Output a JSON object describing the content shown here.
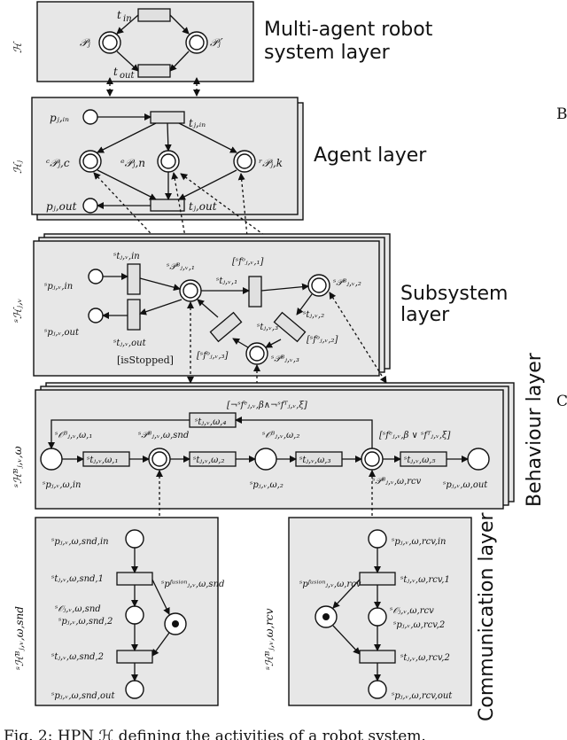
{
  "diagram": {
    "layers": {
      "mars": "Multi-agent robot",
      "mars2": "system layer",
      "agent": "Agent layer",
      "subsystem": "Subsystem",
      "subsystem2": "layer",
      "behaviour": "Behaviour layer",
      "communication": "Communication layer"
    },
    "side_labels": {
      "h": "ℋ",
      "hj": "ℋⱼ",
      "shjv": "ˢℋⱼ,ᵥ",
      "shjvw": "ˢℋᴮⱼ,ᵥ,ω",
      "shsnd": "ˢℋᴮⱼ,ᵥ,ω,snd",
      "shrcv": "ˢℋᴮⱼ,ᵥ,ω,rcv"
    },
    "top": {
      "t_in": "t",
      "t_in_sub": "in",
      "t_out": "t",
      "t_out_sub": "out",
      "pj": "𝒫ⱼ",
      "pjp": "𝒫ⱼ′"
    },
    "agent": {
      "pjin": "pⱼ,ᵢₙ",
      "tjin": "tⱼ,ᵢₙ",
      "pjc": "ᶜ𝒫ⱼ,c",
      "pjn": "ᵉ𝒫ⱼ,n",
      "pjk": "ʳ𝒫ⱼ,k",
      "pjout": "pⱼ,out",
      "tjout": "tⱼ,out"
    },
    "subsystem": {
      "stin": "ˢtⱼ,ᵥ,in",
      "pin": "ˢpⱼ,ᵥ,in",
      "pout": "ˢpⱼ,ᵥ,out",
      "stout": "ˢtⱼ,ᵥ,out",
      "stopped": "[isStopped]",
      "p1": "ˢ𝒫ᴮⱼ,ᵥ,₁",
      "f1": "[ˢfᵒⱼ,ᵥ,₁]",
      "t1": "ˢtⱼ,ᵥ,₁",
      "p2": "ˢ𝒫ᴮⱼ,ᵥ,₂",
      "t2": "ˢtⱼ,ᵥ,₂",
      "t3": "ˢtⱼ,ᵥ,₃",
      "f2": "[ˢfᵒⱼ,ᵥ,₂]",
      "f3": "[ˢfᵒⱼ,ᵥ,₃]",
      "p3": "ˢ𝒫ᴮⱼ,ᵥ,₃"
    },
    "behaviour": {
      "cond_top": "[¬ˢfᵉⱼ,ᵥ,β∧¬ˢfᵀⱼ,ᵥ,ξ]",
      "t4": "ˢtⱼ,ᵥ,ω,₄",
      "o1": "ˢ𝒪ᴮⱼ,ᵥ,ω,₁",
      "psnd": "ˢ𝒫ᴮⱼ,ᵥ,ω,snd",
      "o2": "ˢ𝒪ᴮⱼ,ᵥ,ω,₂",
      "cond_right": "[ˢfᵉⱼ,ᵥ,β ∨ ˢfᵀⱼ,ᵥ,ξ]",
      "t1": "ˢtⱼ,ᵥ,ω,₁",
      "t2": "ˢtⱼ,ᵥ,ω,₂",
      "t3": "ˢtⱼ,ᵥ,ω,₃",
      "t5": "ˢtⱼ,ᵥ,ω,₅",
      "pin": "ˢpⱼ,ᵥ,ω,in",
      "p2": "ˢpⱼ,ᵥ,ω,₂",
      "prcv": "ˢ𝒫ᴮⱼ,ᵥ,ω,rcv",
      "pout": "ˢpⱼ,ᵥ,ω,out"
    },
    "snd": {
      "pin": "ˢpⱼ,ᵥ,ω,snd,in",
      "t1": "ˢtⱼ,ᵥ,ω,snd,1",
      "fusion": "ˢpᶠᵘˢⁱᵒⁿⱼ,ᵥ,ω,snd",
      "o": "ˢ𝒪ⱼ,ᵥ,ω,snd",
      "p2": "ˢpⱼ,ᵥ,ω,snd,2",
      "t2": "ˢtⱼ,ᵥ,ω,snd,2",
      "pout": "ˢpⱼ,ᵥ,ω,snd,out"
    },
    "rcv": {
      "pin": "ˢpⱼ,ᵥ,ω,rcv,in",
      "fusion": "ˢpᶠᵘˢⁱᵒⁿⱼ,ᵥ,ω,rcv",
      "t1": "ˢtⱼ,ᵥ,ω,rcv,1",
      "o": "ˢ𝒪ⱼ,ᵥ,ω,rcv",
      "p2": "ˢpⱼ,ᵥ,ω,rcv,2",
      "t2": "ˢtⱼ,ᵥ,ω,rcv,2",
      "pout": "ˢpⱼ,ᵥ,ω,rcv,out"
    },
    "caption": "Fig. 2: HPN ℋ defining the activities of a robot system.",
    "margin_right": {
      "b": "B",
      "c": "C"
    }
  }
}
